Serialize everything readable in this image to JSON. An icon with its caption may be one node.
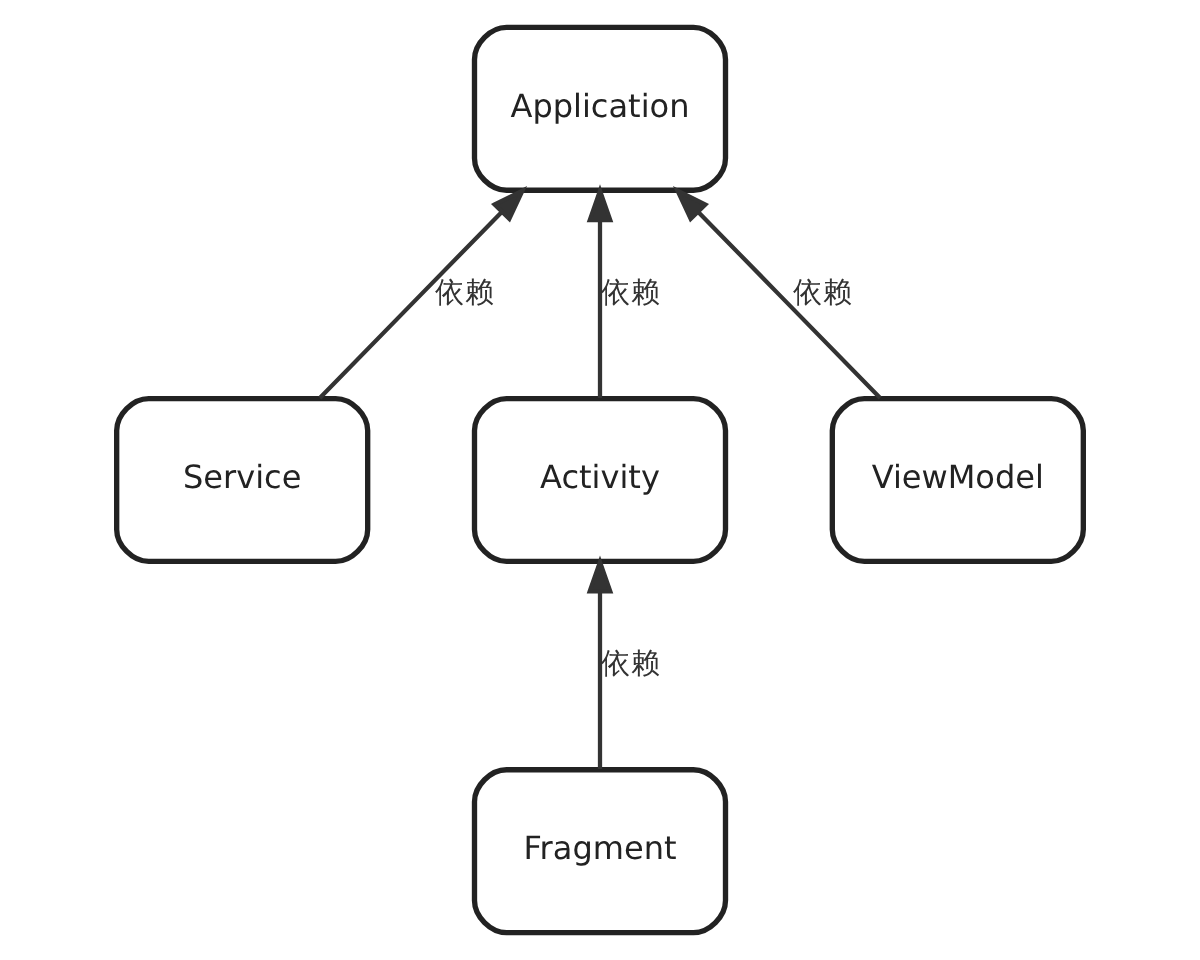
{
  "diagram": {
    "nodes": [
      {
        "text": [
          "Application"
        ]
      },
      {
        "text": [
          "Service"
        ]
      },
      {
        "text": [
          "Activity"
        ]
      },
      {
        "text": [
          "ViewModel"
        ]
      },
      {
        "text": [
          "Fragment"
        ]
      }
    ],
    "edges": [
      {
        "from": 1,
        "to": 0,
        "arrow": "to",
        "label": "依赖"
      },
      {
        "from": 2,
        "to": 0,
        "arrow": "to",
        "label": "依赖"
      },
      {
        "from": 3,
        "to": 0,
        "arrow": "to",
        "label": "依赖"
      },
      {
        "from": 4,
        "to": 2,
        "arrow": "to",
        "label": "依赖"
      }
    ]
  }
}
